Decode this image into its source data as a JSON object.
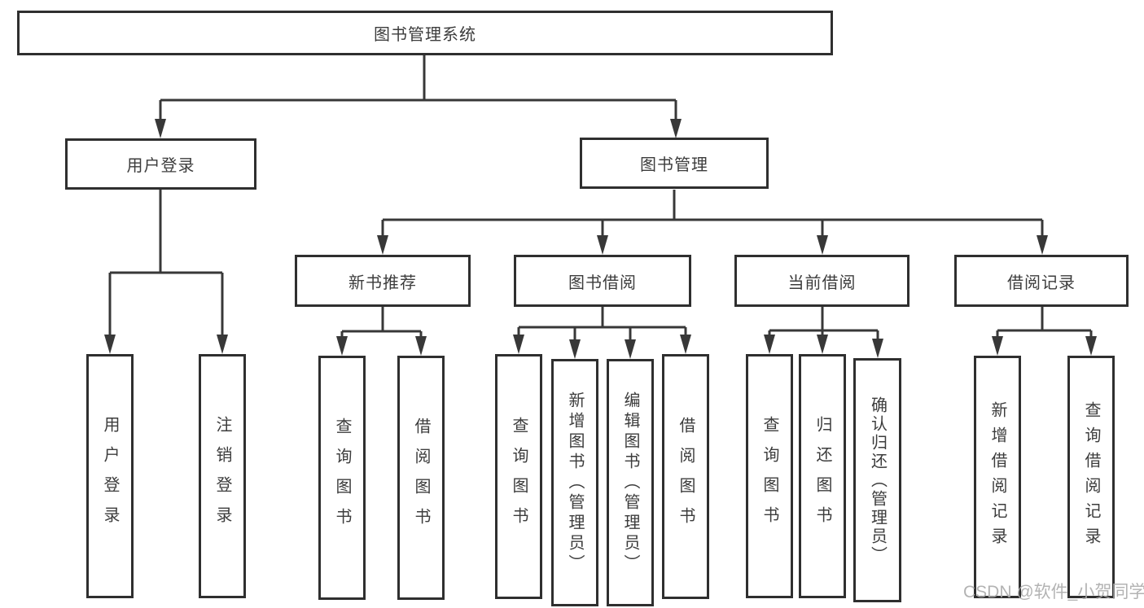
{
  "tree": {
    "root": {
      "label": "图书管理系统"
    },
    "children": [
      {
        "label": "用户登录",
        "children": [
          {
            "label": "用户登录"
          },
          {
            "label": "注销登录"
          }
        ]
      },
      {
        "label": "图书管理",
        "children": [
          {
            "label": "新书推荐",
            "children": [
              {
                "label": "查询图书"
              },
              {
                "label": "借阅图书"
              }
            ]
          },
          {
            "label": "图书借阅",
            "children": [
              {
                "label": "查询图书"
              },
              {
                "label": "新增图书（管理员）"
              },
              {
                "label": "编辑图书（管理员）"
              },
              {
                "label": "借阅图书"
              }
            ]
          },
          {
            "label": "当前借阅",
            "children": [
              {
                "label": "查询图书"
              },
              {
                "label": "归还图书"
              },
              {
                "label": "确认归还（管理员）"
              }
            ]
          },
          {
            "label": "借阅记录",
            "children": [
              {
                "label": "新增借阅记录"
              },
              {
                "label": "查询借阅记录"
              }
            ]
          }
        ]
      }
    ]
  },
  "colors": {
    "line": "#383838",
    "border": "#2f2f2f",
    "text": "#3c3c3c",
    "watermark": "#ababab"
  },
  "watermark": {
    "text": "CSDN @软件_小贺同学"
  }
}
